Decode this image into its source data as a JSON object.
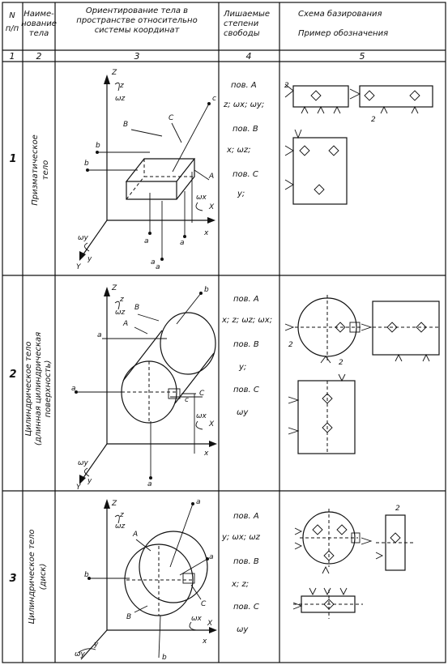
{
  "header": {
    "col1": [
      "N",
      "п/п"
    ],
    "col2": [
      "Наиме-",
      "нование",
      "тела"
    ],
    "col3": [
      "Ориентирование тела в",
      "пространстве относительно",
      "системы координат"
    ],
    "col4": [
      "Лишаемые",
      "степени",
      "свободы"
    ],
    "col5": [
      "Схема базирования",
      "Пример обозначения"
    ],
    "colnums": [
      "1",
      "2",
      "3",
      "4",
      "5"
    ]
  },
  "rows": [
    {
      "n": "1",
      "name": [
        "Призматическое",
        "тело"
      ],
      "dof": [
        "пов. А",
        "z; ωx; ωy;",
        "пов. В",
        "x; ωz;",
        "пов. С",
        "y;"
      ],
      "labels": [
        "Z",
        "z",
        "ωz",
        "B",
        "C",
        "c",
        "b",
        "b",
        "A",
        "ωx",
        "X",
        "x",
        "ωy",
        "Y",
        "y",
        "a",
        "a",
        "a",
        "a"
      ],
      "scheme_labels": [
        "2",
        "2"
      ]
    },
    {
      "n": "2",
      "name": [
        "Цилиндрическое тело",
        "(длинная цилиндрическая",
        "поверхность)"
      ],
      "dof": [
        "пов. А",
        "x; z; ωz; ωx;",
        "пов. В",
        "y;",
        "пов. С",
        "ωy"
      ],
      "labels": [
        "Z",
        "z",
        "ωz",
        "B",
        "b",
        "A",
        "a",
        "a",
        "C",
        "c",
        "ωx",
        "X",
        "x",
        "ωy",
        "Y",
        "y",
        "a"
      ],
      "scheme_labels": [
        "2",
        "2"
      ]
    },
    {
      "n": "3",
      "name": [
        "Цилиндрическое тело",
        "(диск)"
      ],
      "dof": [
        "пов. А",
        "y; ωx; ωz",
        "пов. В",
        "x; z;",
        "пов. С",
        "ωy"
      ],
      "labels": [
        "Z",
        "z",
        "ωz",
        "A",
        "a",
        "a",
        "b",
        "B",
        "C",
        "ωx",
        "X",
        "x",
        "ωy",
        "y",
        "b"
      ],
      "scheme_labels": [
        "2"
      ]
    }
  ]
}
